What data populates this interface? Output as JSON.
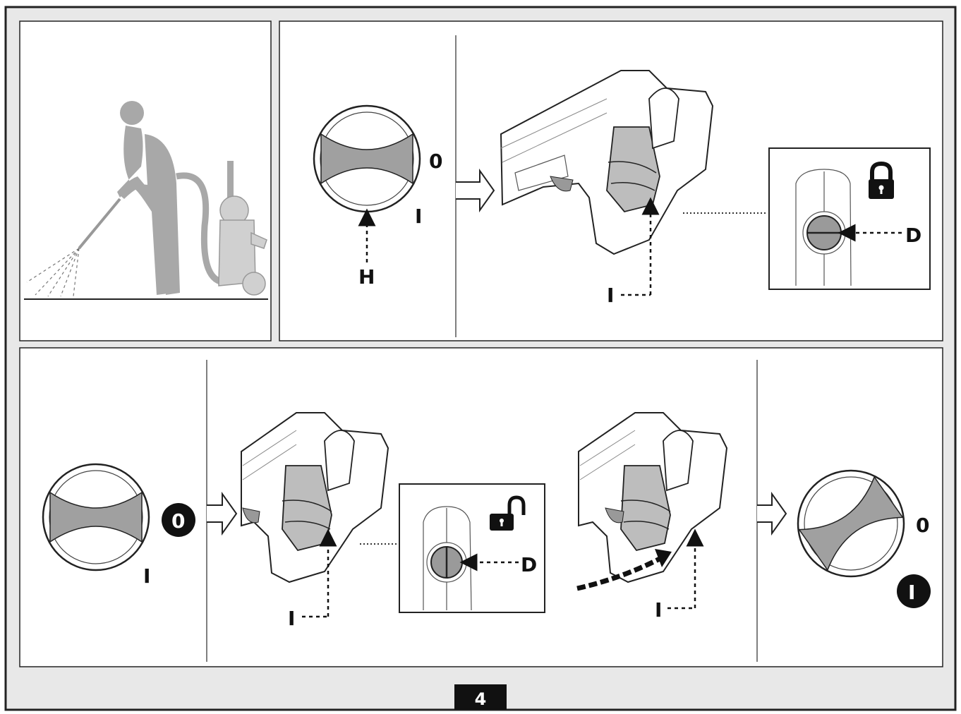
{
  "colors": {
    "frame_bg": "#e8e8e8",
    "panel_bg": "#ffffff",
    "line": "#222222",
    "grey_fill": "#a0a0a0",
    "figure_grey": "#a8a8a8",
    "black": "#111111"
  },
  "icons": {
    "lock_closed": "padlock-closed-icon",
    "lock_open": "padlock-open-icon",
    "arrow": "arrow-right-icon"
  },
  "labels": {
    "h": "H",
    "i": "I",
    "d": "D",
    "zero": "0",
    "one": "I"
  },
  "page_number": "4"
}
